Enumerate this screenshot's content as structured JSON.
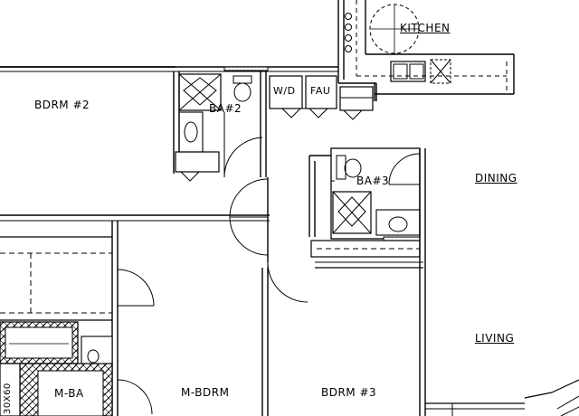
{
  "rooms": {
    "kitchen": "KITCHEN",
    "bdrm2": "BDRM #2",
    "ba2": "BA#2",
    "ba3": "BA#3",
    "dining": "DINING",
    "living": "LIVING",
    "mbdrm": "M-BDRM",
    "mba": "M-BA",
    "bdrm3": "BDRM #3"
  },
  "equipment": {
    "washer_dryer": "W/D",
    "furnace": "FAU",
    "tub_size": "30X60"
  }
}
